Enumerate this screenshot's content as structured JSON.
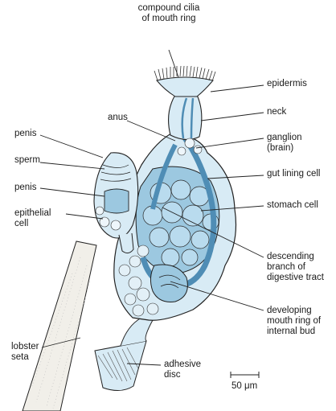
{
  "labels": {
    "cilia": [
      "compound cilia",
      "of mouth ring"
    ],
    "epidermis": "epidermis",
    "neck": "neck",
    "anus": "anus",
    "ganglion": [
      "ganglion",
      "(brain)"
    ],
    "penis_top": "penis",
    "sperm": "sperm",
    "penis_bottom": "penis",
    "epithelial": [
      "epithelial",
      "cell"
    ],
    "gut_lining": "gut lining cell",
    "stomach": "stomach cell",
    "descending": [
      "descending",
      "branch of",
      "digestive tract"
    ],
    "developing": [
      "developing",
      "mouth ring of",
      "internal bud"
    ],
    "lobster": [
      "lobster",
      "seta"
    ],
    "adhesive": [
      "adhesive",
      "disc"
    ],
    "scale": "50 μm"
  },
  "colors": {
    "line": "#222222",
    "fill_light": "#d8ebf5",
    "fill_mid": "#9cc8e0",
    "fill_dark": "#4f8db5",
    "seta": "#f1efe9"
  }
}
